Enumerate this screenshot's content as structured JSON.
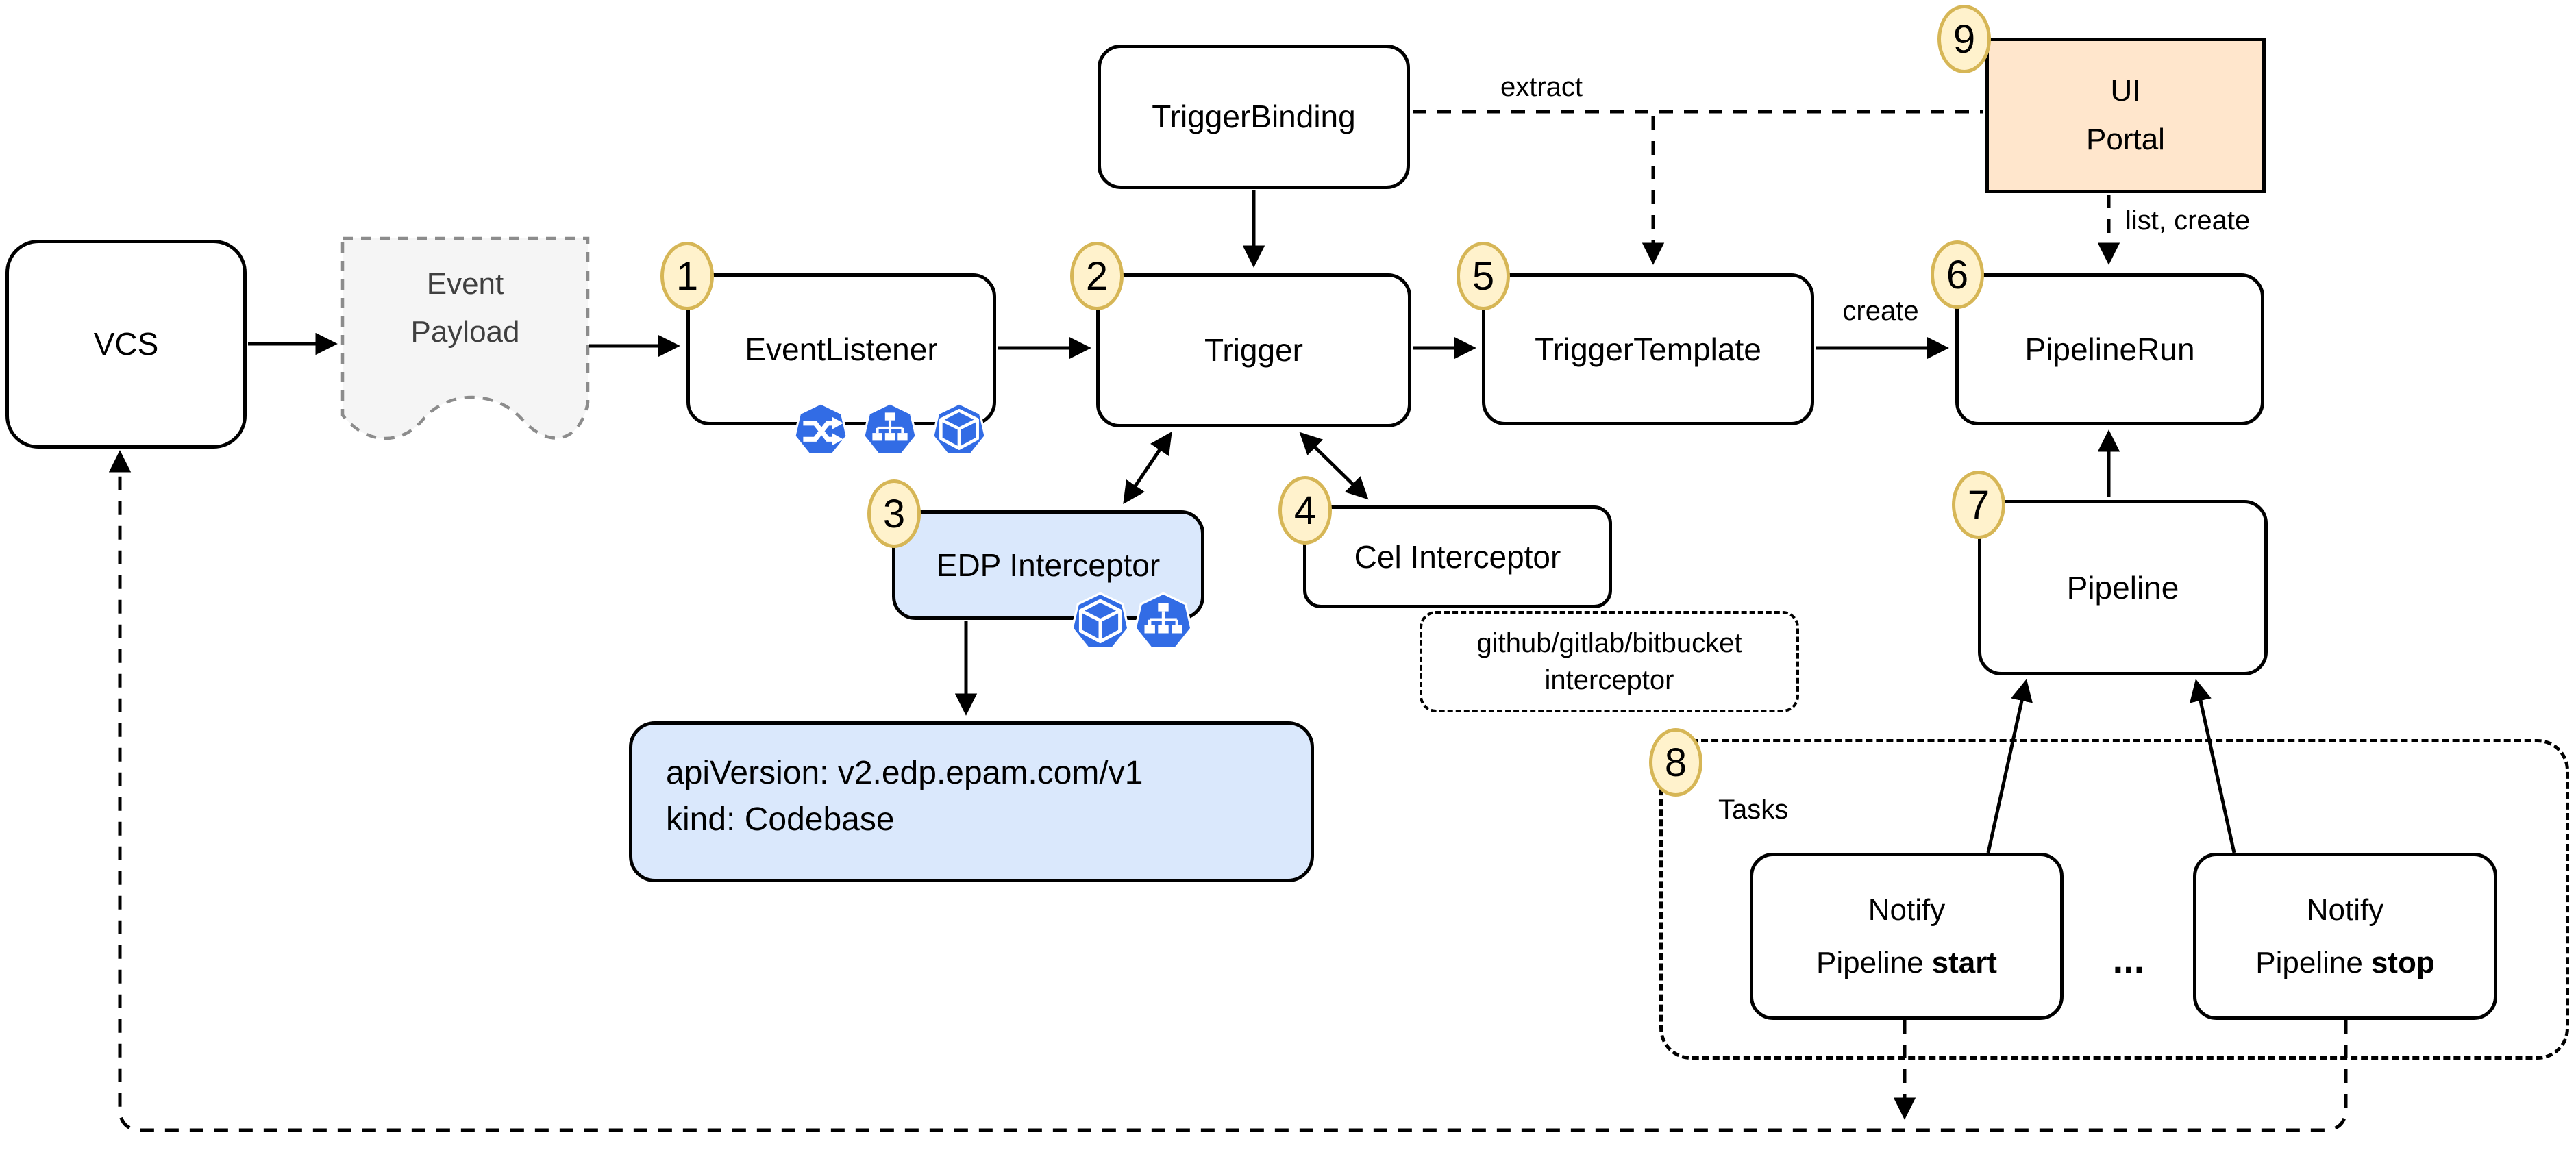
{
  "nodes": {
    "vcs": {
      "label": "VCS"
    },
    "event_payload": {
      "line1": "Event",
      "line2": "Payload"
    },
    "event_listener": {
      "label": "EventListener",
      "badge": "1",
      "icons": [
        "k8s-service-icon",
        "k8s-deployment-icon",
        "k8s-pod-icon"
      ]
    },
    "trigger_binding": {
      "label": "TriggerBinding"
    },
    "trigger": {
      "label": "Trigger",
      "badge": "2"
    },
    "edp_interceptor": {
      "label": "EDP Interceptor",
      "badge": "3",
      "icons": [
        "k8s-pod-icon",
        "k8s-deployment-icon"
      ]
    },
    "cel_interceptor": {
      "label": "Cel Interceptor",
      "badge": "4"
    },
    "vcs_interceptor_note": {
      "line1": "github/gitlab/bitbucket",
      "line2": "interceptor"
    },
    "trigger_template": {
      "label": "TriggerTemplate",
      "badge": "5"
    },
    "pipeline_run": {
      "label": "PipelineRun",
      "badge": "6"
    },
    "pipeline": {
      "label": "Pipeline",
      "badge": "7"
    },
    "tasks_group": {
      "label": "Tasks",
      "badge": "8"
    },
    "ui_portal": {
      "line1": "UI",
      "line2": "Portal",
      "badge": "9"
    },
    "codebase_resource": {
      "line1": "apiVersion: v2.edp.epam.com/v1",
      "line2": "kind: Codebase"
    },
    "notify_start": {
      "line1": "Notify",
      "line2_prefix": "Pipeline",
      "line2_bold": "start"
    },
    "notify_stop": {
      "line1": "Notify",
      "line2_prefix": "Pipeline",
      "line2_bold": "stop"
    },
    "ellipsis": "..."
  },
  "edge_labels": {
    "extract": "extract",
    "create": "create",
    "list_create": "list, create"
  },
  "colors": {
    "badge_fill": "#FFF2CC",
    "badge_border": "#D6B656",
    "portal_fill": "#FFE6CC",
    "blue_fill": "#DAE8FC",
    "k8s_icon_blue": "#326CE5",
    "payload_fill": "#F5F5F5",
    "payload_border": "#8C8C8C",
    "line": "#000000"
  }
}
